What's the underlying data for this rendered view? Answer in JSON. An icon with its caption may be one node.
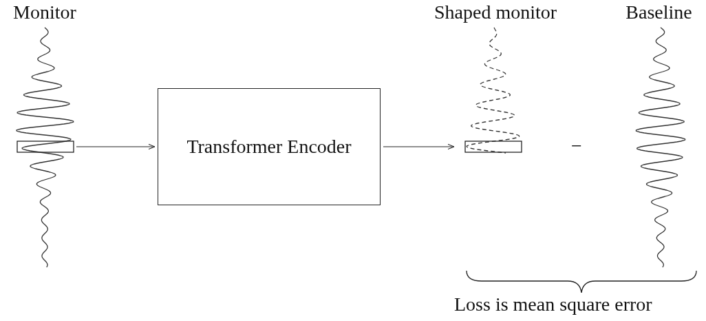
{
  "diagram": {
    "nodes": [
      {
        "text": [
          "Monitor"
        ]
      },
      {
        "text": [
          "Transformer Encoder"
        ]
      },
      {
        "text": [
          "Shaped monitor"
        ]
      },
      {
        "text": [
          "Baseline"
        ]
      }
    ],
    "edges": [
      {
        "from": 0,
        "to": 1,
        "arrow": "to"
      },
      {
        "from": 1,
        "to": 2,
        "arrow": "to"
      }
    ],
    "labels": [
      "−",
      "Loss is mean square error"
    ]
  }
}
